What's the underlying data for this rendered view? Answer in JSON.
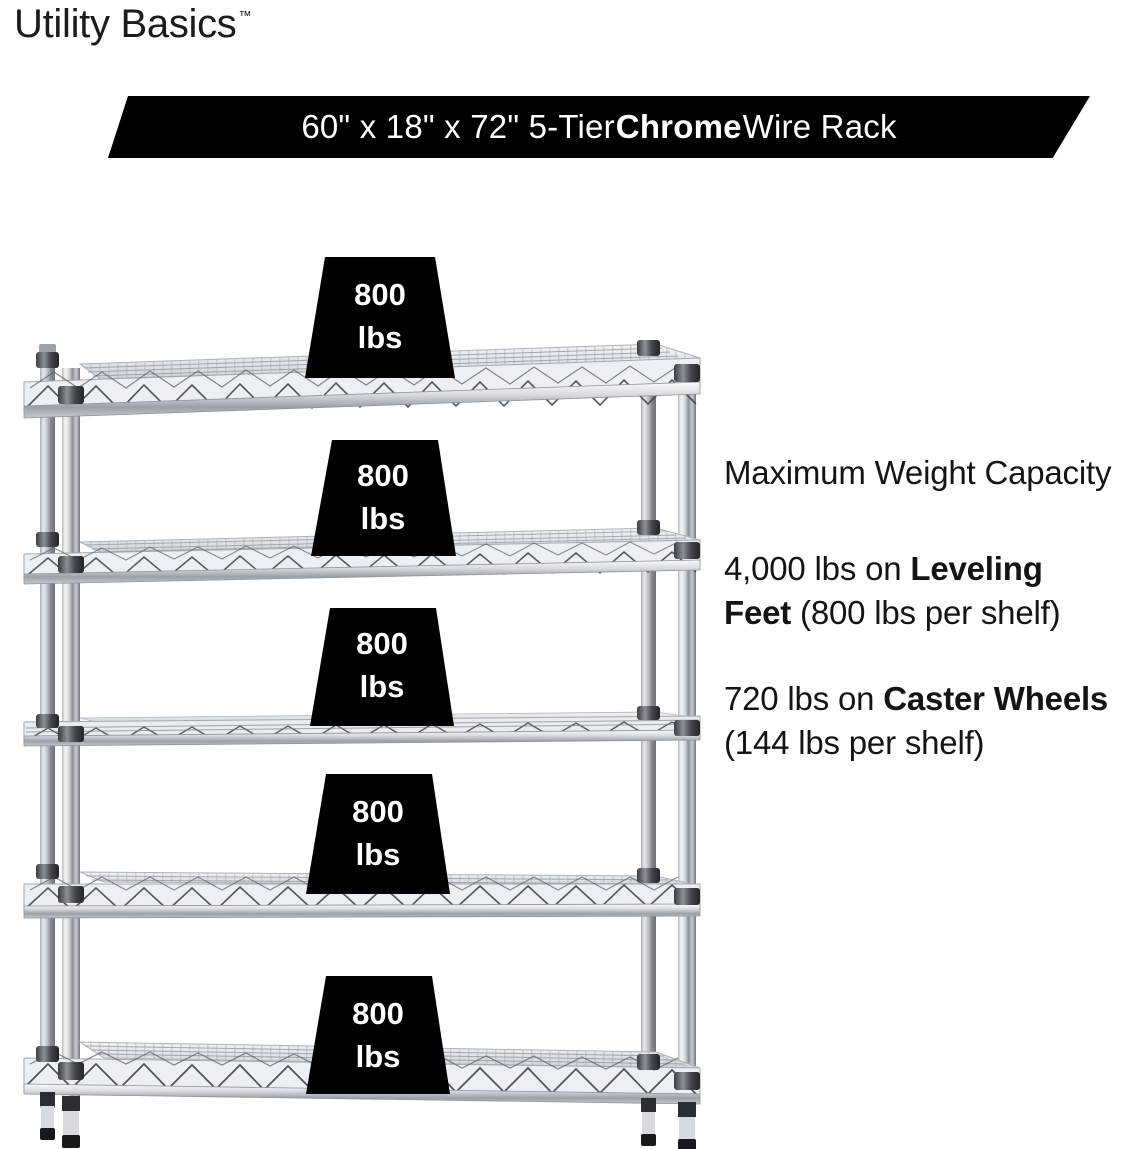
{
  "brand": {
    "name": "Utility Basics",
    "trademark": "™"
  },
  "banner": {
    "prefix": "60\" x 18\" x 72\" 5-Tier ",
    "emphasis": "Chrome",
    "suffix": " Wire Rack",
    "full_text": "60\" x 18\" x 72\" 5-Tier Chrome Wire Rack",
    "background_color": "#000000",
    "text_color": "#ffffff"
  },
  "product": {
    "tier_count": 5,
    "shelves": [
      {
        "index": 1,
        "capacity_value": "800",
        "capacity_unit": "lbs"
      },
      {
        "index": 2,
        "capacity_value": "800",
        "capacity_unit": "lbs"
      },
      {
        "index": 3,
        "capacity_value": "800",
        "capacity_unit": "lbs"
      },
      {
        "index": 4,
        "capacity_value": "800",
        "capacity_unit": "lbs"
      },
      {
        "index": 5,
        "capacity_value": "800",
        "capacity_unit": "lbs"
      }
    ],
    "finish": "chrome",
    "badge_background": "#000000",
    "badge_text_color": "#ffffff"
  },
  "copy": {
    "heading": "Maximum Weight Capacity",
    "leveling": {
      "lead": "4,000 lbs on ",
      "emphasis": "Leveling Feet",
      "tail": " (800 lbs per shelf)",
      "full_text": "4,000 lbs on Leveling Feet (800 lbs per shelf)"
    },
    "caster": {
      "lead": "720 lbs on ",
      "emphasis": "Caster Wheels",
      "tail": " (144 lbs per shelf)",
      "full_text": "720 lbs on Caster Wheels (144 lbs per shelf)"
    }
  }
}
